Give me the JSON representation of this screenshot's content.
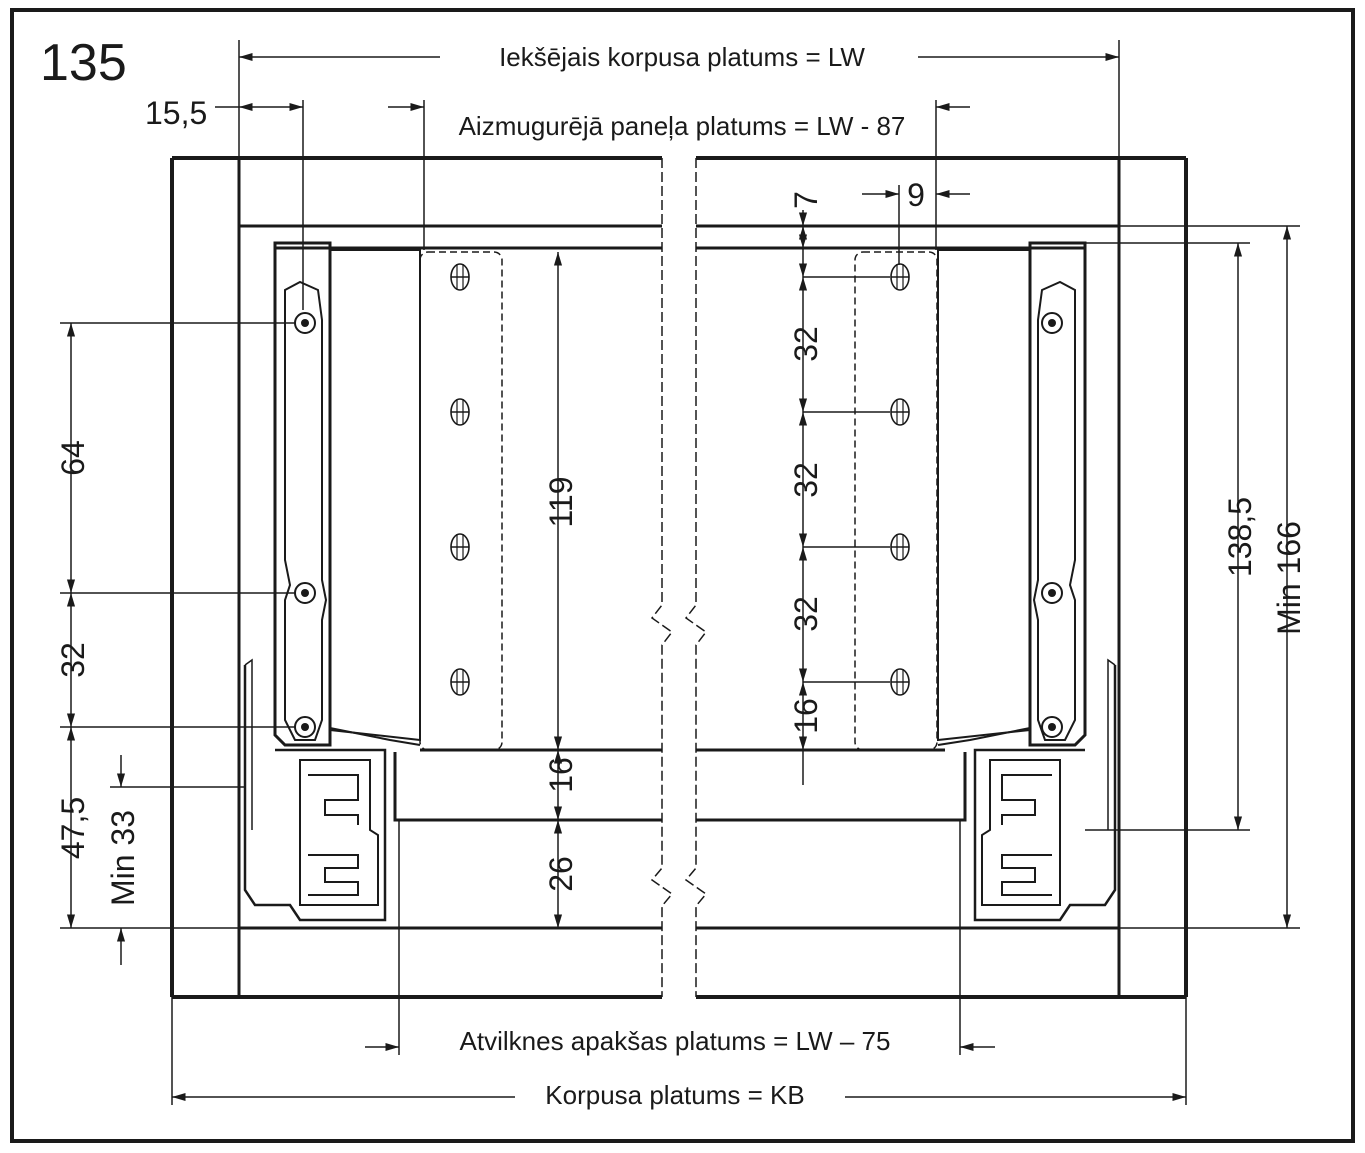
{
  "figure_number": "135",
  "widths": {
    "inner": "Iekšējais korpusa platums = LW",
    "back_panel": "Aizmugurējā paneļa platums = LW - 87",
    "drawer_bottom": "Atvilknes apakšas platums = LW – 75",
    "carcass": "Korpusa platums = KB"
  },
  "left_dims": {
    "offset": "15,5",
    "spacing_64": "64",
    "spacing_32": "32",
    "height_47_5": "47,5",
    "min_33": "Min 33"
  },
  "center_dims": {
    "height_119": "119",
    "height_16": "16",
    "height_26": "26"
  },
  "right_dims": {
    "top_7": "7",
    "offset_9": "9",
    "spacing_a": "32",
    "spacing_b": "32",
    "spacing_c": "32",
    "bottom_16": "16",
    "height_138_5": "138,5",
    "min_166": "Min 166"
  },
  "colors": {
    "line": "#1a1a1a",
    "background": "#ffffff"
  }
}
